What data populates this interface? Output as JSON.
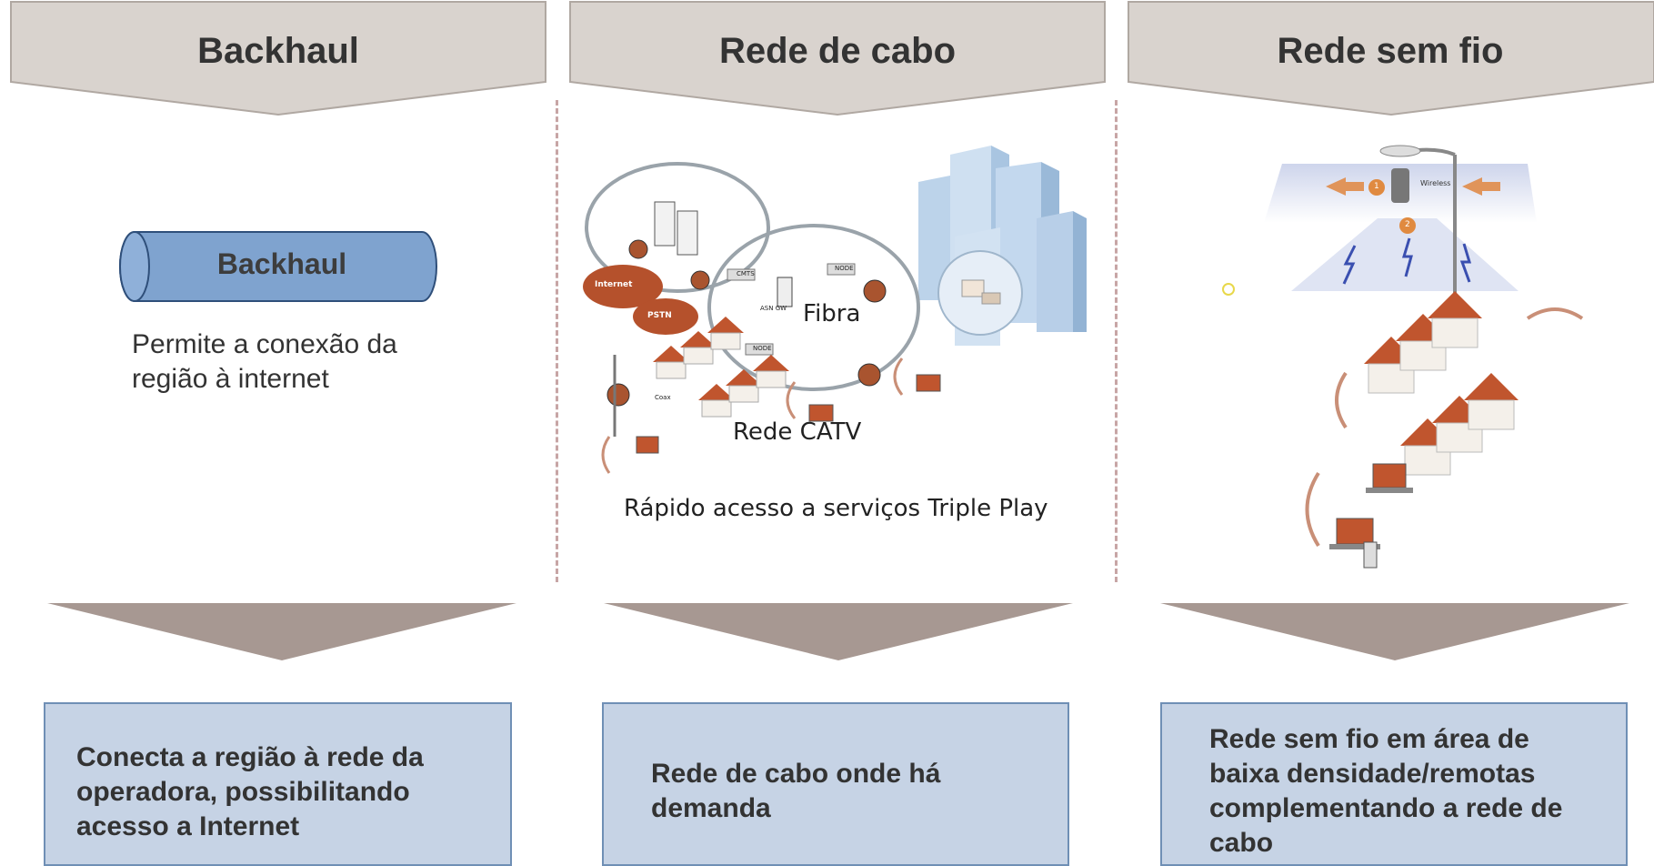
{
  "columns": [
    {
      "header": "Backhaul",
      "cylinder_label": "Backhaul",
      "description": "Permite a conexão da região à internet",
      "box_text": "Conecta a região à rede da operadora, possibilitando acesso a Internet"
    },
    {
      "header": "Rede de cabo",
      "labels": {
        "fibra": "Fibra",
        "catv": "Rede CATV",
        "caption": "Rápido acesso a serviços Triple Play",
        "internet": "Internet",
        "pstn": "PSTN",
        "cmts": "CMTS",
        "asn_gw": "ASN GW",
        "node": "NODE",
        "coax": "Coax"
      },
      "box_text": "Rede de cabo onde há demanda"
    },
    {
      "header": "Rede sem fio",
      "labels": {
        "wireless": "Wireless",
        "step1": "1",
        "step2": "2"
      },
      "box_text": "Rede sem fio em área de baixa densidade/remotas complementando a rede de cabo"
    }
  ],
  "colors": {
    "header_fill": "#d9d3ce",
    "chevron_fill": "#a79892",
    "box_fill": "#c6d3e5",
    "cylinder_fill": "#7fa3cf",
    "roof": "#c0552e"
  }
}
